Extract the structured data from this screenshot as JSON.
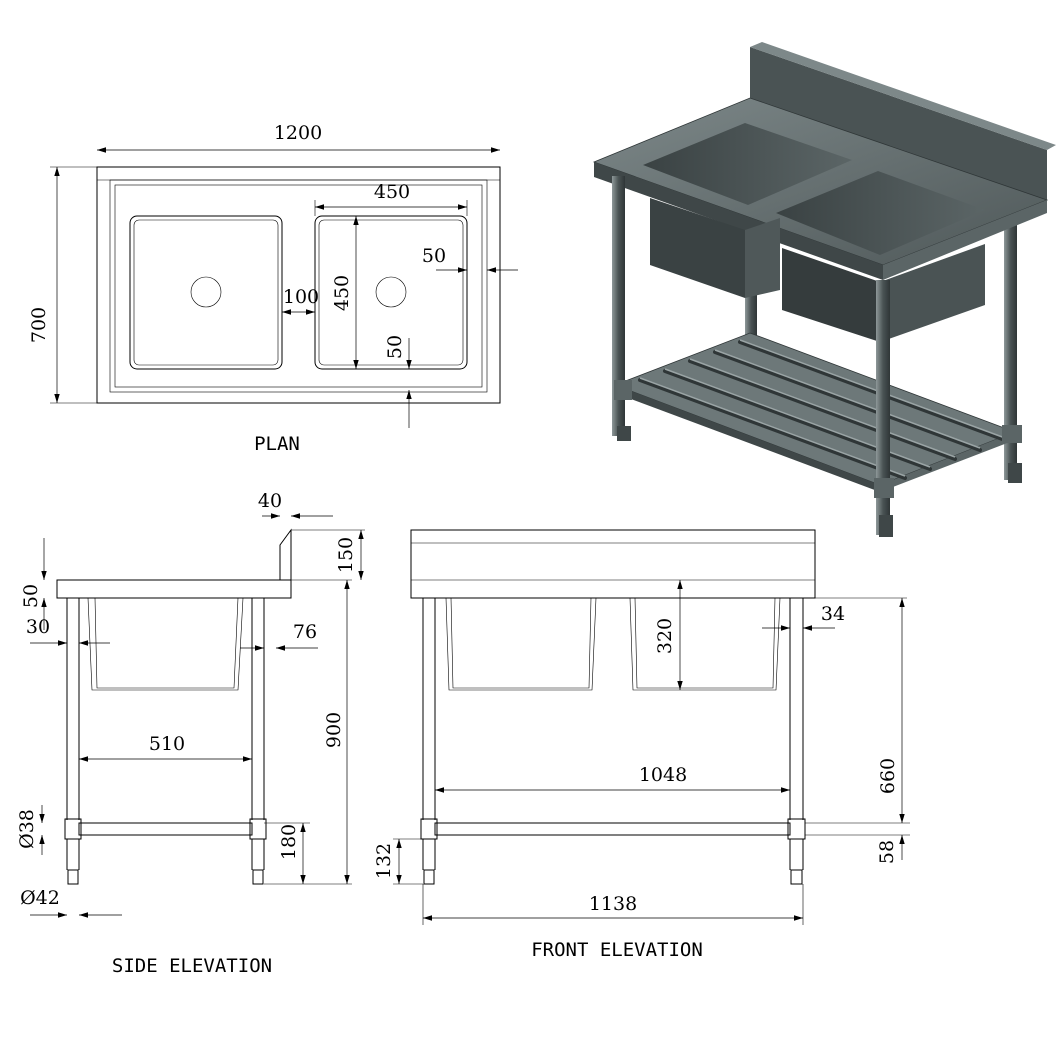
{
  "titles": {
    "plan": "PLAN",
    "side": "SIDE ELEVATION",
    "front": "FRONT ELEVATION"
  },
  "plan": {
    "width": "1200",
    "depth": "700",
    "bowl_width": "450",
    "bowl_depth": "450",
    "edge_right": "50",
    "edge_front": "50",
    "bowl_gap": "100"
  },
  "side": {
    "splash_thickness": "40",
    "splash_height": "150",
    "top_thickness": "50",
    "leg_offset": "30",
    "rear_leg_offset": "76",
    "leg_span": "510",
    "height": "900",
    "shelf_height": "180",
    "tube_dia": "Ø38",
    "foot_dia": "Ø42"
  },
  "front": {
    "bowl_depth": "320",
    "leg_inset": "34",
    "under_clearance": "660",
    "shelf_span": "1048",
    "foot_height": "132",
    "shelf_tube": "58",
    "leg_span": "1138"
  },
  "colors": {
    "steel_dark": "#3f4748",
    "steel_mid": "#5b6566",
    "steel_light": "#7d8889",
    "line": "#000000"
  }
}
